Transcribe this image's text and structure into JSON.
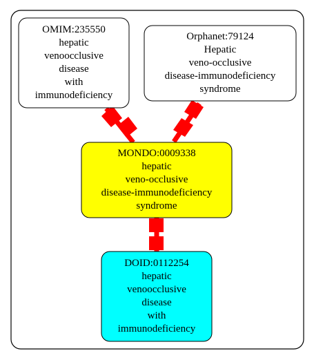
{
  "colors": {
    "background": "#ffffff",
    "border": "#000000",
    "edge": "#ff0000",
    "mondo_fill": "#ffff00",
    "doid_fill": "#00ffff",
    "default_fill": "#ffffff"
  },
  "nodes": {
    "omim": {
      "lines": [
        "OMIM:235550",
        "hepatic",
        "venoocclusive",
        "disease",
        "with",
        "immunodeficiency"
      ]
    },
    "orphanet": {
      "lines": [
        "Orphanet:79124",
        "Hepatic",
        "veno-occlusive",
        "disease-immunodeficiency",
        "syndrome"
      ]
    },
    "mondo": {
      "lines": [
        "MONDO:0009338",
        "hepatic",
        "veno-occlusive",
        "disease-immunodeficiency",
        "syndrome"
      ]
    },
    "doid": {
      "lines": [
        "DOID:0112254",
        "hepatic",
        "venoocclusive",
        "disease",
        "with",
        "immunodeficiency"
      ]
    }
  }
}
